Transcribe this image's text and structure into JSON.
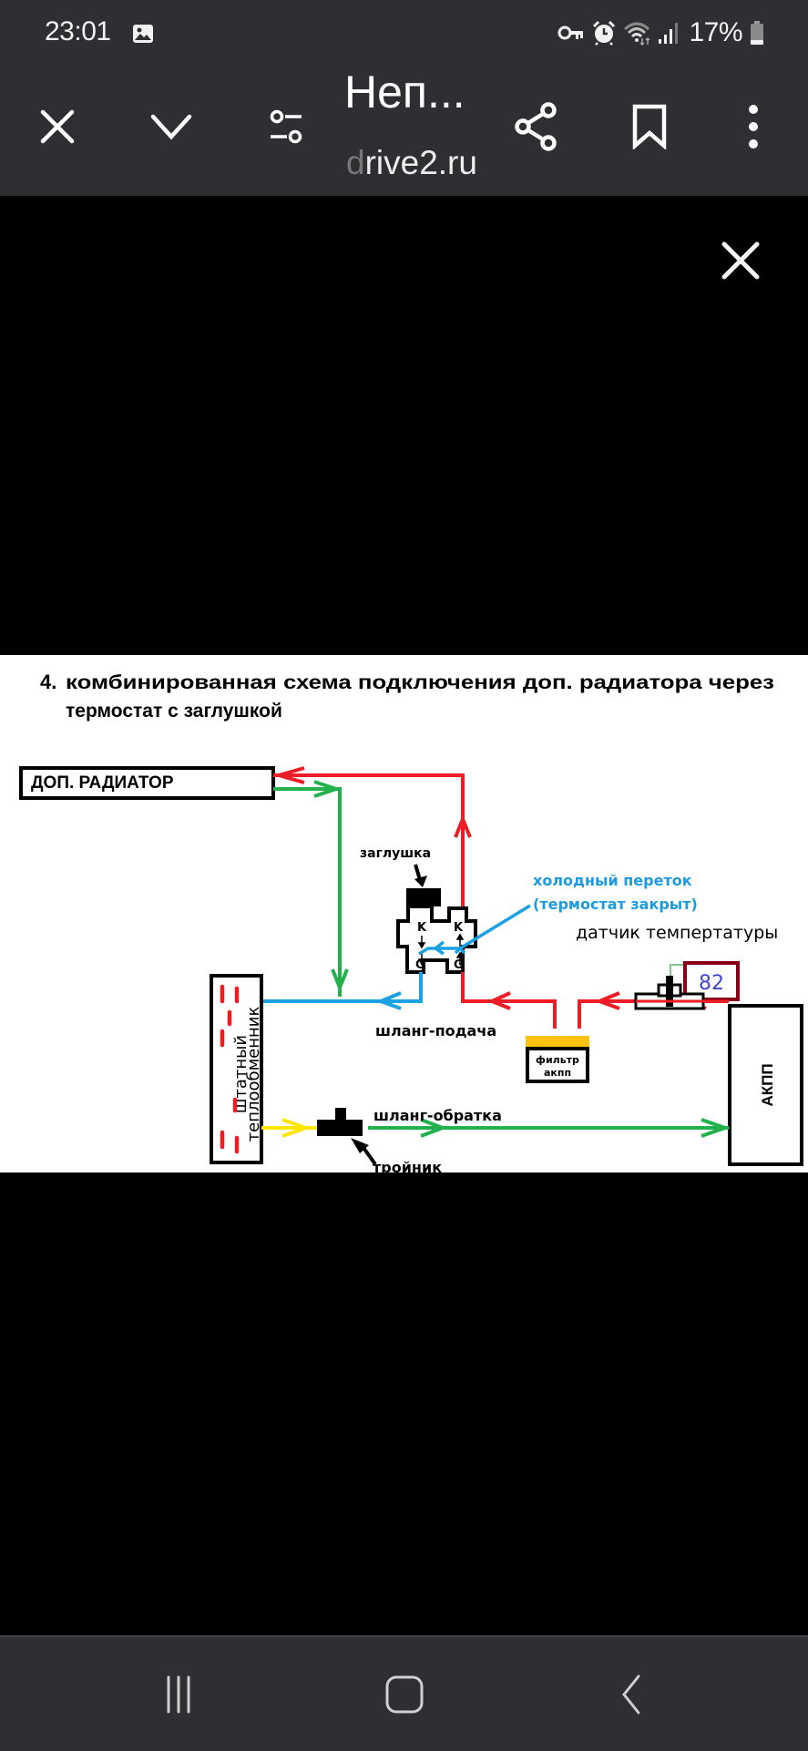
{
  "status_bar": {
    "time": "23:01",
    "notification_icons": [
      "gallery-icon"
    ],
    "system_icons": [
      "vpn-key-icon",
      "alarm-icon",
      "wifi-icon",
      "signal-icon"
    ],
    "battery_percent": "17%"
  },
  "toolbar": {
    "title": "Неп...",
    "url_fade": "d",
    "url": "rive2.ru",
    "icons": [
      "close-icon",
      "chevron-down-icon",
      "tune-icon",
      "share-icon",
      "bookmark-icon",
      "more-icon"
    ]
  },
  "viewer": {
    "close_icon": "close-icon"
  },
  "diagram": {
    "number": "4.",
    "title_line1": "комбинированная схема подключения доп. радиатора через",
    "title_line2": "термостат с заглушкой",
    "labels": {
      "radiator": "ДОП. РАДИАТОР",
      "plug": "заглушка",
      "cold_flow_line1": "холодный переток",
      "cold_flow_line2": "(термостат закрыт)",
      "temp_sensor": "датчик темпертатуры",
      "sensor_value": "82",
      "heat_exchanger_line1": "штатный",
      "heat_exchanger_line2": "теплообменник",
      "supply_hose": "шланг-подача",
      "return_hose": "шланг-обратка",
      "tee": "тройник",
      "filter_line1": "фильтр",
      "filter_line2": "акпп",
      "gearbox": "АКПП",
      "port_k": "K",
      "port_g": "G"
    },
    "colors": {
      "hot": "#ee1c24",
      "cold": "#1ba1e2",
      "return": "#22b14c",
      "aux": "#ffe600",
      "cold_text": "#1e9be0",
      "filter_cap": "#ffc20e",
      "sensor_frame": "#880015",
      "sensor_digits": "#3f48cc"
    }
  },
  "nav_bar": {
    "buttons": [
      "recents-button",
      "home-button",
      "back-button"
    ]
  }
}
